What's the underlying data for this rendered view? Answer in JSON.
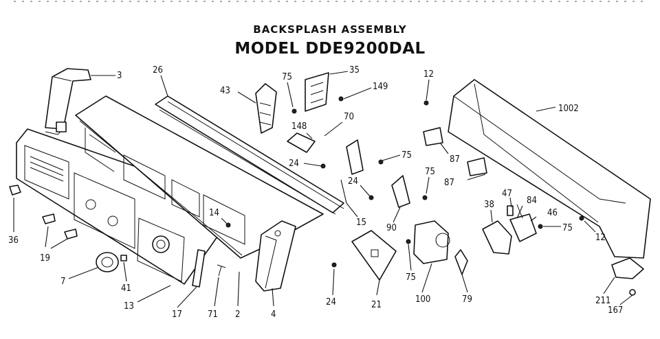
{
  "header": {
    "subtitle": "BACKSPLASH ASSEMBLY",
    "title": "MODEL DDE9200DAL"
  },
  "callouts": [
    {
      "id": "c3",
      "label": "3"
    },
    {
      "id": "c26",
      "label": "26"
    },
    {
      "id": "c43",
      "label": "43"
    },
    {
      "id": "c75a",
      "label": "75"
    },
    {
      "id": "c35",
      "label": "35"
    },
    {
      "id": "c149",
      "label": "149"
    },
    {
      "id": "c12a",
      "label": "12"
    },
    {
      "id": "c1002",
      "label": "1002"
    },
    {
      "id": "c148",
      "label": "148"
    },
    {
      "id": "c70",
      "label": "70"
    },
    {
      "id": "c24a",
      "label": "24"
    },
    {
      "id": "c75b",
      "label": "75"
    },
    {
      "id": "c87a",
      "label": "87"
    },
    {
      "id": "c87b",
      "label": "87"
    },
    {
      "id": "c75c",
      "label": "75"
    },
    {
      "id": "c24b",
      "label": "24"
    },
    {
      "id": "c47",
      "label": "47"
    },
    {
      "id": "c84",
      "label": "84"
    },
    {
      "id": "c46",
      "label": "46"
    },
    {
      "id": "c38",
      "label": "38"
    },
    {
      "id": "c75d",
      "label": "75"
    },
    {
      "id": "c12b",
      "label": "12"
    },
    {
      "id": "c36",
      "label": "36"
    },
    {
      "id": "c14",
      "label": "14"
    },
    {
      "id": "c15",
      "label": "15"
    },
    {
      "id": "c90",
      "label": "90"
    },
    {
      "id": "c19",
      "label": "19"
    },
    {
      "id": "c7",
      "label": "7"
    },
    {
      "id": "c41",
      "label": "41"
    },
    {
      "id": "c13",
      "label": "13"
    },
    {
      "id": "c17",
      "label": "17"
    },
    {
      "id": "c71",
      "label": "71"
    },
    {
      "id": "c2",
      "label": "2"
    },
    {
      "id": "c4",
      "label": "4"
    },
    {
      "id": "c24c",
      "label": "24"
    },
    {
      "id": "c21",
      "label": "21"
    },
    {
      "id": "c75e",
      "label": "75"
    },
    {
      "id": "c100",
      "label": "100"
    },
    {
      "id": "c79",
      "label": "79"
    },
    {
      "id": "c211",
      "label": "211"
    },
    {
      "id": "c167",
      "label": "167"
    }
  ]
}
